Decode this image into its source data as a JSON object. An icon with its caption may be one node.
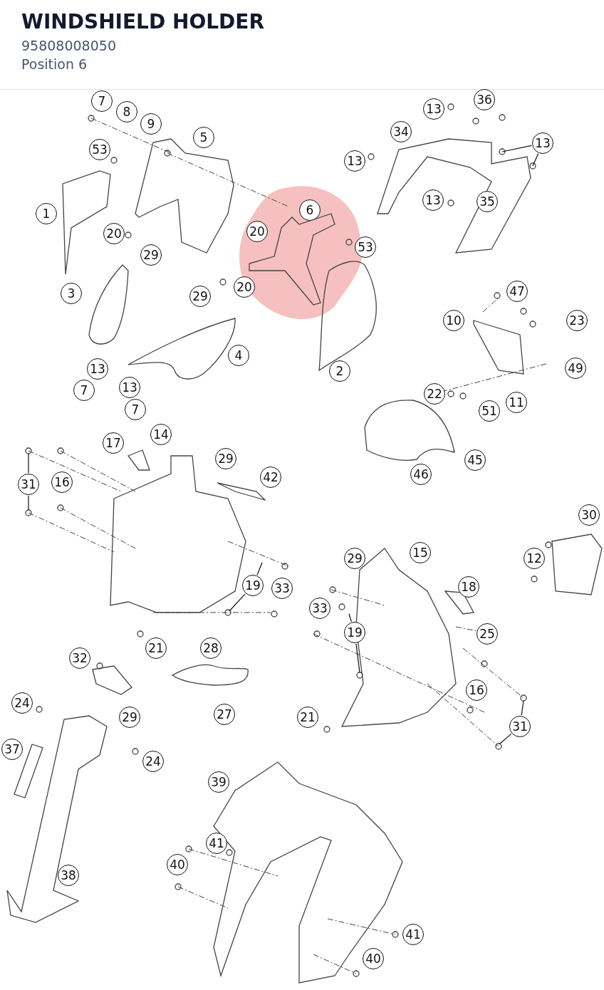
{
  "diagram": {
    "title": "WINDSHIELD HOLDER",
    "nodes": [
      {
        "text": [
          "36"
        ]
      },
      {
        "text": [
          "7"
        ]
      },
      {
        "text": [
          "13"
        ]
      },
      {
        "text": [
          "8"
        ]
      },
      {
        "text": [
          "9"
        ]
      },
      {
        "text": [
          "34"
        ]
      },
      {
        "text": [
          "5"
        ]
      },
      {
        "text": [
          "13"
        ]
      },
      {
        "text": [
          "53"
        ]
      },
      {
        "text": [
          "13"
        ]
      },
      {
        "text": [
          "1"
        ]
      },
      {
        "text": [
          "6"
        ]
      },
      {
        "text": [
          "13"
        ]
      },
      {
        "text": [
          "35"
        ]
      },
      {
        "text": [
          "20"
        ]
      },
      {
        "text": [
          "20"
        ]
      },
      {
        "text": [
          "53"
        ]
      },
      {
        "text": [
          "29"
        ]
      },
      {
        "text": [
          "20"
        ]
      },
      {
        "text": [
          "3"
        ]
      },
      {
        "text": [
          "47"
        ]
      },
      {
        "text": [
          "29"
        ]
      },
      {
        "text": [
          "10"
        ]
      },
      {
        "text": [
          "23"
        ]
      },
      {
        "text": [
          "4"
        ]
      },
      {
        "text": [
          "13"
        ]
      },
      {
        "text": [
          "2"
        ]
      },
      {
        "text": [
          "49"
        ]
      },
      {
        "text": [
          "13"
        ]
      },
      {
        "text": [
          "7"
        ]
      },
      {
        "text": [
          "22"
        ]
      },
      {
        "text": [
          "11"
        ]
      },
      {
        "text": [
          "7"
        ]
      },
      {
        "text": [
          "51"
        ]
      },
      {
        "text": [
          "14"
        ]
      },
      {
        "text": [
          "17"
        ]
      },
      {
        "text": [
          "29"
        ]
      },
      {
        "text": [
          "45"
        ]
      },
      {
        "text": [
          "46"
        ]
      },
      {
        "text": [
          "42"
        ]
      },
      {
        "text": [
          "31"
        ]
      },
      {
        "text": [
          "16"
        ]
      },
      {
        "text": [
          "30"
        ]
      },
      {
        "text": [
          "15"
        ]
      },
      {
        "text": [
          "29"
        ]
      },
      {
        "text": [
          "12"
        ]
      },
      {
        "text": [
          "19"
        ]
      },
      {
        "text": [
          "18"
        ]
      },
      {
        "text": [
          "33"
        ]
      },
      {
        "text": [
          "33"
        ]
      },
      {
        "text": [
          "19"
        ]
      },
      {
        "text": [
          "25"
        ]
      },
      {
        "text": [
          "21"
        ]
      },
      {
        "text": [
          "28"
        ]
      },
      {
        "text": [
          "32"
        ]
      },
      {
        "text": [
          "16"
        ]
      },
      {
        "text": [
          "24"
        ]
      },
      {
        "text": [
          "27"
        ]
      },
      {
        "text": [
          "29"
        ]
      },
      {
        "text": [
          "21"
        ]
      },
      {
        "text": [
          "31"
        ]
      },
      {
        "text": [
          "37"
        ]
      },
      {
        "text": [
          "24"
        ]
      },
      {
        "text": [
          "39"
        ]
      },
      {
        "text": [
          "41"
        ]
      },
      {
        "text": [
          "40"
        ]
      },
      {
        "text": [
          "38"
        ]
      },
      {
        "text": [
          "41"
        ]
      },
      {
        "text": [
          "40"
        ]
      }
    ],
    "edges": [
      {
        "from": 7,
        "to": null,
        "arrow": "none"
      },
      {
        "from": 7,
        "to": null,
        "arrow": "none"
      },
      {
        "from": 40,
        "to": null,
        "arrow": "none"
      },
      {
        "from": 40,
        "to": null,
        "arrow": "none"
      },
      {
        "from": 46,
        "to": null,
        "arrow": "none"
      },
      {
        "from": 46,
        "to": null,
        "arrow": "none"
      },
      {
        "from": 50,
        "to": null,
        "arrow": "none"
      },
      {
        "from": 50,
        "to": null,
        "arrow": "none"
      },
      {
        "from": 60,
        "to": null,
        "arrow": "none"
      },
      {
        "from": 60,
        "to": null,
        "arrow": "none"
      }
    ],
    "labels": [
      "95808008050",
      "Position 6"
    ]
  }
}
